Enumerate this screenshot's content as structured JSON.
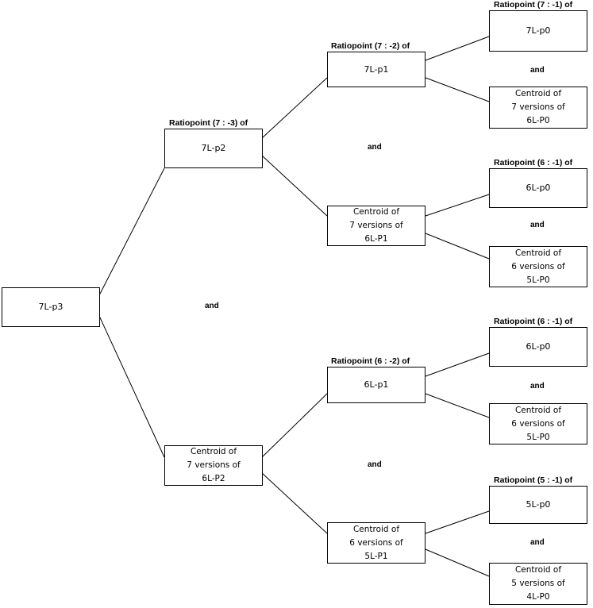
{
  "nodes": {
    "root": [
      "7L-p3"
    ],
    "a": [
      "7L-p2"
    ],
    "b": [
      "Centroid of",
      "7 versions of",
      "6L-P2"
    ],
    "a1": [
      "7L-p1"
    ],
    "a2": [
      "Centroid of",
      "7 versions of",
      "6L-P1"
    ],
    "b1": [
      "6L-p1"
    ],
    "b2": [
      "Centroid of",
      "6 versions of",
      "5L-P1"
    ],
    "a1a": [
      "7L-p0"
    ],
    "a1b": [
      "Centroid of",
      "7 versions of",
      "6L-P0"
    ],
    "a2a": [
      "6L-p0"
    ],
    "a2b": [
      "Centroid of",
      "6 versions of",
      "5L-P0"
    ],
    "b1a": [
      "6L-p0"
    ],
    "b1b": [
      "Centroid of",
      "6 versions of",
      "5L-P0"
    ],
    "b2a": [
      "5L-p0"
    ],
    "b2b": [
      "Centroid of",
      "5 versions of",
      "4L-P0"
    ]
  },
  "captions": {
    "a": "Ratiopoint (7 : -3) of",
    "a1": "Ratiopoint (7 : -2) of",
    "a1a": "Ratiopoint (7 : -1) of",
    "a2a": "Ratiopoint (6 : -1) of",
    "b1": "Ratiopoint (6 : -2) of",
    "b1a": "Ratiopoint (6 : -1) of",
    "b2a": "Ratiopoint (5 : -1) of"
  },
  "connectors": {
    "root": "and",
    "a": "and",
    "b": "and",
    "a1": "and",
    "a2": "and",
    "b1": "and",
    "b2": "and"
  }
}
